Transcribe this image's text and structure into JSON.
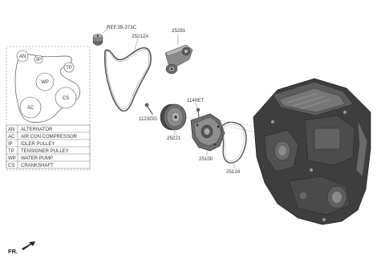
{
  "colors": {
    "line": "#555555",
    "part_dark": "#3e3e3e",
    "part_mid": "#6b6b6b",
    "part_light": "#9a9a9a",
    "engine_dark": "#303030"
  },
  "parts": {
    "ref": "REF.39-373C",
    "belt": "25212A",
    "tensioner": "25281",
    "bolt_left": "1123GG",
    "bolt_right": "1140ET",
    "pulley": "25221",
    "water_pump": "25100",
    "gasket": "25124"
  },
  "routing": {
    "an": "AN",
    "ip": "IP",
    "tp": "TP",
    "wp": "WP",
    "ac": "AC",
    "cs": "CS"
  },
  "legend": [
    {
      "code": "AN",
      "desc": "ALTERNATOR"
    },
    {
      "code": "AC",
      "desc": "AIR CON COMPRESSOR"
    },
    {
      "code": "IP",
      "desc": "IDLER PULLEY"
    },
    {
      "code": "TP",
      "desc": "TENSIONER PULLEY"
    },
    {
      "code": "WP",
      "desc": "WATER PUMP"
    },
    {
      "code": "CS",
      "desc": "CRANKSHAFT"
    }
  ],
  "fr_label": "FR.",
  "icons": [
    "fr-arrow-icon"
  ]
}
